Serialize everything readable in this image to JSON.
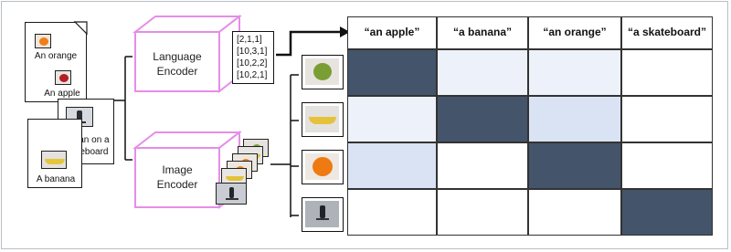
{
  "documents": [
    {
      "caption": "An orange"
    },
    {
      "caption": "An apple"
    },
    {
      "caption_lines": [
        "A man on a",
        "skateboard"
      ]
    },
    {
      "caption": "A banana"
    }
  ],
  "language_encoder": {
    "lines": [
      "Language",
      "Encoder"
    ]
  },
  "image_encoder": {
    "lines": [
      "Image",
      "Encoder"
    ]
  },
  "text_vectors": [
    "[2,1,1]",
    "[10,3,1]",
    "[10,2,2]",
    "[10,2,1]"
  ],
  "matrix": {
    "column_labels": [
      "“an apple”",
      "“a banana”",
      "“an orange”",
      "“a skateboard”"
    ],
    "row_images": [
      "apple",
      "banana",
      "orange",
      "skateboard"
    ],
    "similarity": [
      [
        1.0,
        0.06,
        0.06,
        0.0
      ],
      [
        0.06,
        1.0,
        0.12,
        0.0
      ],
      [
        0.12,
        0.0,
        1.0,
        0.0
      ],
      [
        0.0,
        0.0,
        0.0,
        1.0
      ]
    ],
    "colors": {
      "high": "#44546a",
      "low": "#ffffff",
      "tint": "#dae3f3"
    }
  }
}
